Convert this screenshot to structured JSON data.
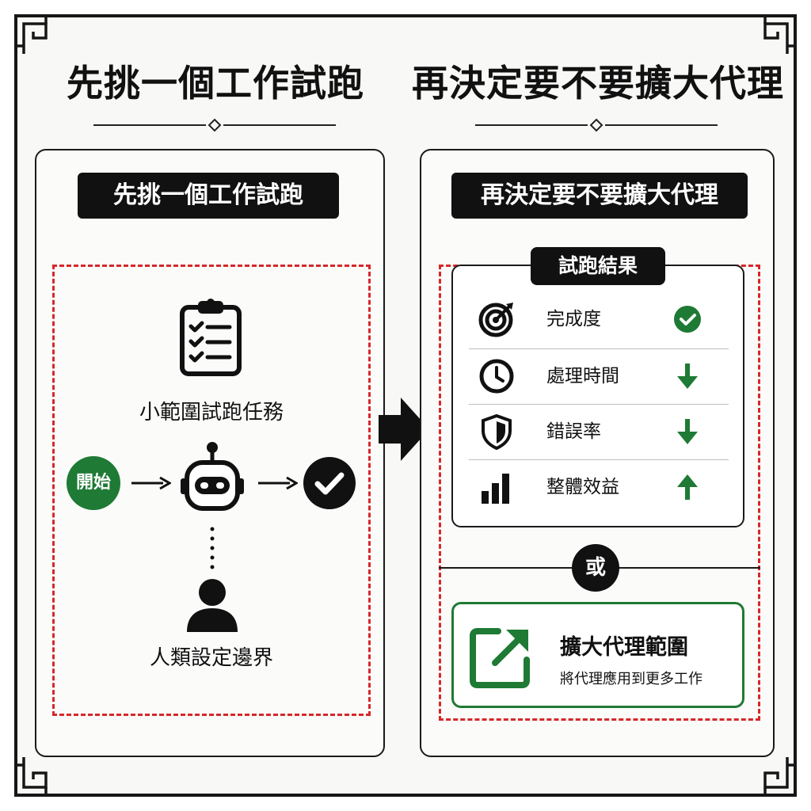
{
  "title": {
    "left": "先挑一個工作試跑",
    "right": "再決定要不要擴大代理"
  },
  "left_panel": {
    "badge": "先挑一個工作試跑",
    "task_icon": "clipboard-checklist-icon",
    "task_label": "小範圍試跑任務",
    "flow": {
      "start_label": "開始",
      "arrow_icon": "arrow-right-icon",
      "agent_icon": "robot-icon",
      "done_icon": "check-circle-icon"
    },
    "human_icon": "person-icon",
    "human_label": "人類設定邊界"
  },
  "transition_icon": "big-arrow-right-icon",
  "right_panel": {
    "badge": "再決定要不要擴大代理",
    "results": {
      "title": "試跑結果",
      "metrics": [
        {
          "label": "完成度",
          "icon": "target-icon",
          "indicator": "check-circle-icon"
        },
        {
          "label": "處理時間",
          "icon": "clock-icon",
          "indicator": "arrow-down-icon"
        },
        {
          "label": "錯誤率",
          "icon": "shield-icon",
          "indicator": "arrow-down-icon"
        },
        {
          "label": "整體效益",
          "icon": "bar-chart-icon",
          "indicator": "arrow-up-icon"
        }
      ]
    },
    "or_label": "或",
    "expand": {
      "icon": "external-expand-icon",
      "title": "擴大代理範圍",
      "subtitle": "將代理應用到更多工作"
    }
  },
  "colors": {
    "ink": "#111111",
    "accent_green": "#1e7a34",
    "dash_red": "#d6282a",
    "background": "#f8f8f6"
  }
}
